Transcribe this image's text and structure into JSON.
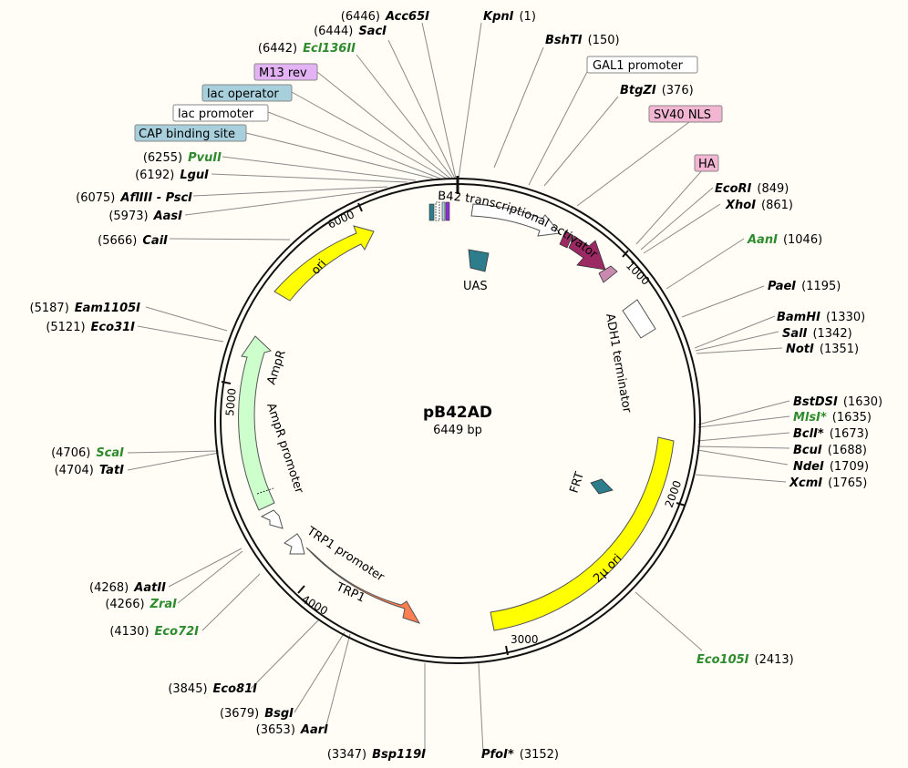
{
  "plasmid": {
    "name": "pB42AD",
    "length_label": "6449 bp",
    "length": 6449
  },
  "colors": {
    "background": "#fffdf5",
    "ring": "#111111",
    "unique_site": "#2e8b2e",
    "ori": "#ffff00",
    "two_micron_ori": "#ffff00",
    "ampr": "#ccffcc",
    "trp1": "#ff7f50",
    "b42": "#ffffff",
    "sv40_nls": "#9b2a64",
    "ha": "#c98ab0",
    "uas": "#2d7d8c",
    "frt": "#2d7d8c"
  },
  "sites": [
    {
      "name": "KpnI",
      "pos": "(1)",
      "unique": false,
      "side": "right"
    },
    {
      "name": "BshTI",
      "pos": "(150)",
      "unique": false,
      "side": "right"
    },
    {
      "name": "BtgZI",
      "pos": "(376)",
      "unique": false,
      "side": "right"
    },
    {
      "name": "EcoRI",
      "pos": "(849)",
      "unique": false,
      "side": "right"
    },
    {
      "name": "XhoI",
      "pos": "(861)",
      "unique": false,
      "side": "right"
    },
    {
      "name": "AanI",
      "pos": "(1046)",
      "unique": true,
      "side": "right"
    },
    {
      "name": "PaeI",
      "pos": "(1195)",
      "unique": false,
      "side": "right"
    },
    {
      "name": "BamHI",
      "pos": "(1330)",
      "unique": false,
      "side": "right"
    },
    {
      "name": "SalI",
      "pos": "(1342)",
      "unique": false,
      "side": "right"
    },
    {
      "name": "NotI",
      "pos": "(1351)",
      "unique": false,
      "side": "right"
    },
    {
      "name": "BstDSI",
      "pos": "(1630)",
      "unique": false,
      "side": "right"
    },
    {
      "name": "MlsI*",
      "pos": "(1635)",
      "unique": true,
      "side": "right"
    },
    {
      "name": "BclI*",
      "pos": "(1673)",
      "unique": false,
      "side": "right"
    },
    {
      "name": "BcuI",
      "pos": "(1688)",
      "unique": false,
      "side": "right"
    },
    {
      "name": "NdeI",
      "pos": "(1709)",
      "unique": false,
      "side": "right"
    },
    {
      "name": "XcmI",
      "pos": "(1765)",
      "unique": false,
      "side": "right"
    },
    {
      "name": "Eco105I",
      "pos": "(2413)",
      "unique": true,
      "side": "right"
    },
    {
      "name": "PfoI*",
      "pos": "(3152)",
      "unique": false,
      "side": "right"
    },
    {
      "name": "Bsp119I",
      "pos": "(3347)",
      "unique": false,
      "side": "left"
    },
    {
      "name": "AarI",
      "pos": "(3653)",
      "unique": false,
      "side": "left"
    },
    {
      "name": "BsgI",
      "pos": "(3679)",
      "unique": false,
      "side": "left"
    },
    {
      "name": "Eco81I",
      "pos": "(3845)",
      "unique": false,
      "side": "left"
    },
    {
      "name": "Eco72I",
      "pos": "(4130)",
      "unique": true,
      "side": "left"
    },
    {
      "name": "ZraI",
      "pos": "(4266)",
      "unique": true,
      "side": "left"
    },
    {
      "name": "AatII",
      "pos": "(4268)",
      "unique": false,
      "side": "left"
    },
    {
      "name": "TatI",
      "pos": "(4704)",
      "unique": false,
      "side": "left"
    },
    {
      "name": "ScaI",
      "pos": "(4706)",
      "unique": true,
      "side": "left"
    },
    {
      "name": "Eco31I",
      "pos": "(5121)",
      "unique": false,
      "side": "left"
    },
    {
      "name": "Eam1105I",
      "pos": "(5187)",
      "unique": false,
      "side": "left"
    },
    {
      "name": "CaiI",
      "pos": "(5666)",
      "unique": false,
      "side": "left"
    },
    {
      "name": "AasI",
      "pos": "(5973)",
      "unique": false,
      "side": "left"
    },
    {
      "name": "AflIII - PscI",
      "pos": "(6075)",
      "unique": false,
      "side": "left"
    },
    {
      "name": "LguI",
      "pos": "(6192)",
      "unique": false,
      "side": "left"
    },
    {
      "name": "PvuII",
      "pos": "(6255)",
      "unique": true,
      "side": "left"
    },
    {
      "name": "Ecl136II",
      "pos": "(6442)",
      "unique": true,
      "side": "left"
    },
    {
      "name": "SacI",
      "pos": "(6444)",
      "unique": false,
      "side": "left"
    },
    {
      "name": "Acc65I",
      "pos": "(6446)",
      "unique": false,
      "side": "left"
    }
  ],
  "boxed_labels": [
    {
      "text": "GAL1 promoter",
      "fill": "#ffffff"
    },
    {
      "text": "SV40 NLS",
      "fill": "#f2b6d2"
    },
    {
      "text": "HA",
      "fill": "#f2b6d2"
    },
    {
      "text": "M13 rev",
      "fill": "#e3b3f5"
    },
    {
      "text": "lac operator",
      "fill": "#a8d0dc"
    },
    {
      "text": "lac promoter",
      "fill": "#ffffff"
    },
    {
      "text": "CAP binding site",
      "fill": "#a8d0dc"
    }
  ],
  "features": {
    "b42": "B42 transcriptional activator",
    "uas": "UAS",
    "adh1": "ADH1 terminator",
    "frt": "FRT",
    "two_micron": "2μ ori",
    "trp1": "TRP1",
    "trp1_promoter": "TRP1 promoter",
    "ampr_promoter": "AmpR promoter",
    "ampr": "AmpR",
    "ori": "ori"
  },
  "ticks": [
    "1000",
    "2000",
    "3000",
    "4000",
    "5000",
    "6000"
  ]
}
